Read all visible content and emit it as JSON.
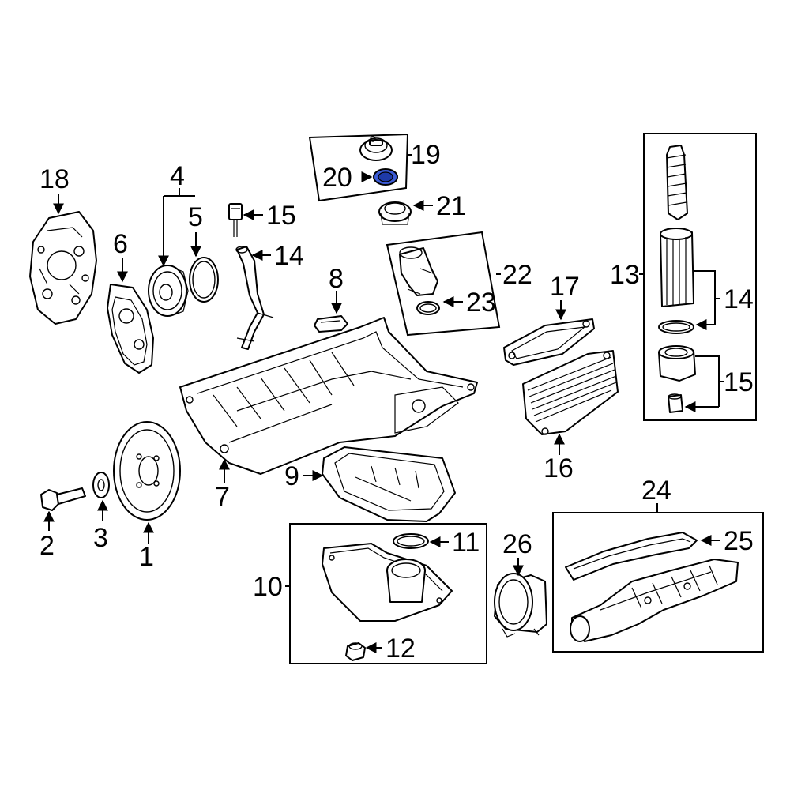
{
  "callouts": {
    "c1": "1",
    "c2": "2",
    "c3": "3",
    "c4": "4",
    "c5": "5",
    "c6": "6",
    "c7": "7",
    "c8": "8",
    "c9": "9",
    "c10": "10",
    "c11": "11",
    "c12": "12",
    "c13": "13",
    "c14": "14",
    "c14b": "14",
    "c15": "15",
    "c15b": "15",
    "c16": "16",
    "c17": "17",
    "c18": "18",
    "c19": "19",
    "c20": "20",
    "c21": "21",
    "c22": "22",
    "c23": "23",
    "c24": "24",
    "c25": "25",
    "c26": "26"
  },
  "colors": {
    "highlight": "#3b5bd6",
    "line": "#000000",
    "background": "#ffffff"
  }
}
